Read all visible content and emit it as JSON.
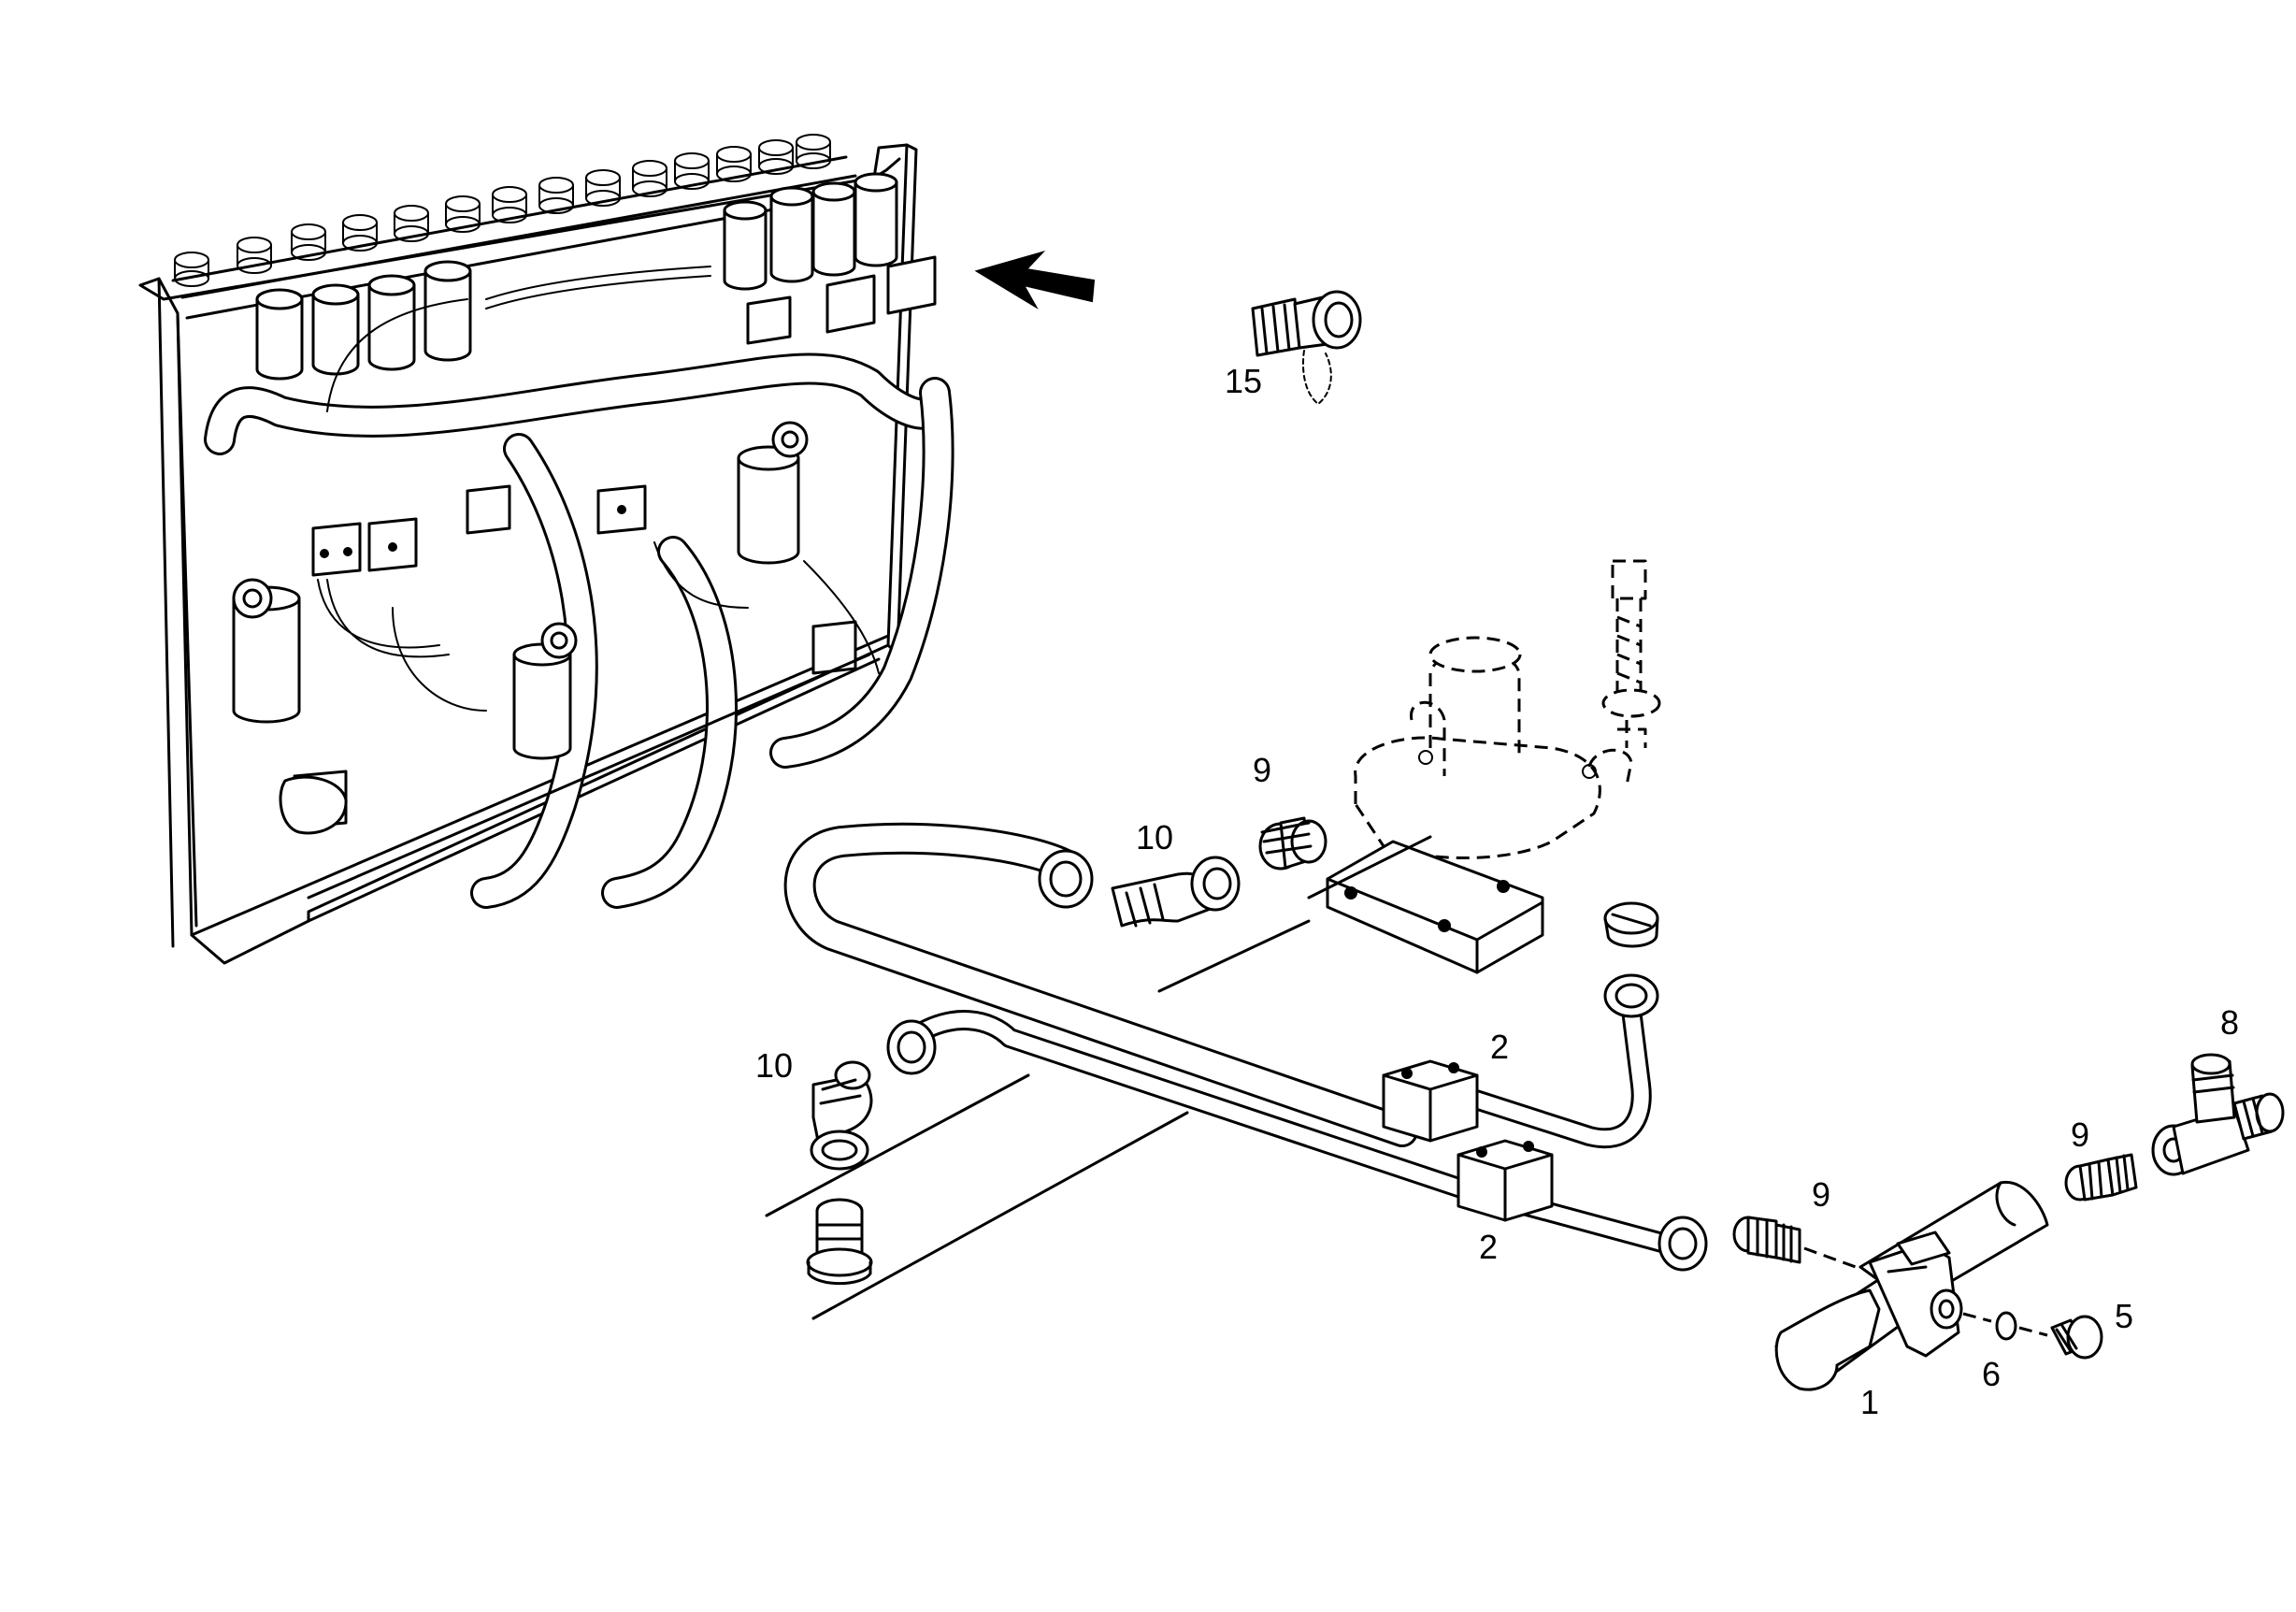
{
  "callouts": {
    "c15": "15",
    "c9a": "9",
    "c10a": "10",
    "c10b": "10",
    "c2a": "2",
    "c2b": "2",
    "c9b": "9",
    "c9c": "9",
    "c8": "8",
    "c5": "5",
    "c6": "6",
    "c1": "1"
  },
  "colors": {
    "line": "#000000",
    "background": "#ffffff"
  }
}
